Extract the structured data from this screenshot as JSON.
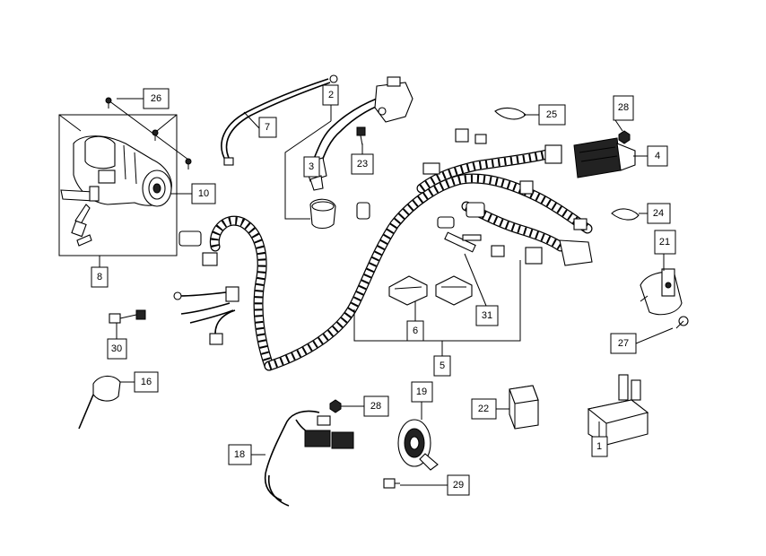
{
  "diagram": {
    "colors": {
      "ink": "#000000",
      "paper": "#ffffff"
    },
    "callouts": [
      {
        "id": "c1",
        "label": "1"
      },
      {
        "id": "c2",
        "label": "2"
      },
      {
        "id": "c3",
        "label": "3"
      },
      {
        "id": "c4",
        "label": "4"
      },
      {
        "id": "c5",
        "label": "5"
      },
      {
        "id": "c6",
        "label": "6"
      },
      {
        "id": "c7",
        "label": "7"
      },
      {
        "id": "c8",
        "label": "8"
      },
      {
        "id": "c10",
        "label": "10"
      },
      {
        "id": "c16",
        "label": "16"
      },
      {
        "id": "c18",
        "label": "18"
      },
      {
        "id": "c19",
        "label": "19"
      },
      {
        "id": "c21",
        "label": "21"
      },
      {
        "id": "c22",
        "label": "22"
      },
      {
        "id": "c23",
        "label": "23"
      },
      {
        "id": "c24",
        "label": "24"
      },
      {
        "id": "c25",
        "label": "25"
      },
      {
        "id": "c26",
        "label": "26"
      },
      {
        "id": "c27",
        "label": "27"
      },
      {
        "id": "c28a",
        "label": "28"
      },
      {
        "id": "c28b",
        "label": "28"
      },
      {
        "id": "c29",
        "label": "29"
      },
      {
        "id": "c30",
        "label": "30"
      },
      {
        "id": "c31",
        "label": "31"
      }
    ]
  }
}
